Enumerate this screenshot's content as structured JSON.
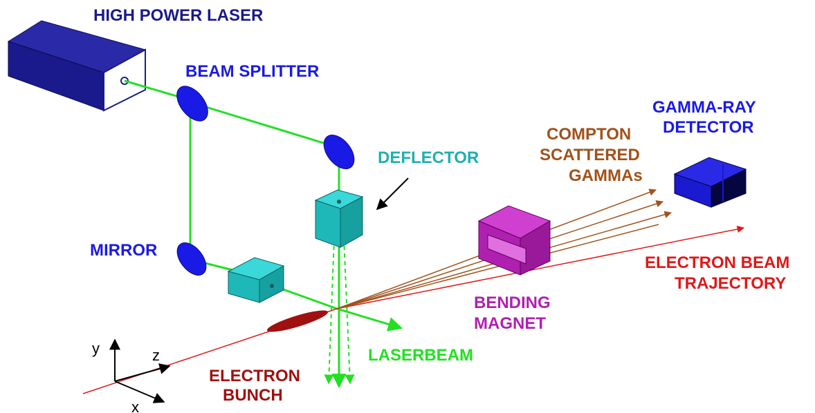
{
  "labels": {
    "laser": "HIGH POWER LASER",
    "beam_splitter": "BEAM SPLITTER",
    "mirror": "MIRROR",
    "deflector": "DEFLECTOR",
    "gamma_detector_line1": "GAMMA-RAY",
    "gamma_detector_line2": "DETECTOR",
    "compton_line1": "COMPTON",
    "compton_line2": "SCATTERED",
    "compton_line3": "GAMMAs",
    "electron_beam_line1": "ELECTRON BEAM",
    "electron_beam_line2": "TRAJECTORY",
    "bending_magnet_line1": "BENDING",
    "bending_magnet_line2": "MAGNET",
    "laserbeam": "LASERBEAM",
    "electron_bunch_line1": "ELECTRON",
    "electron_bunch_line2": "BUNCH",
    "axis_y": "y",
    "axis_z": "z",
    "axis_x": "x"
  },
  "colors": {
    "laser_box": "#1a1a8c",
    "optics": "#1a1ae6",
    "laser_path": "#22e022",
    "deflector": "#1fb8b8",
    "electron": "#e01818",
    "bunch": "#a01010",
    "gammas": "#a0521a",
    "magnet": "#b020b0",
    "detector": "#1a1ad0"
  }
}
